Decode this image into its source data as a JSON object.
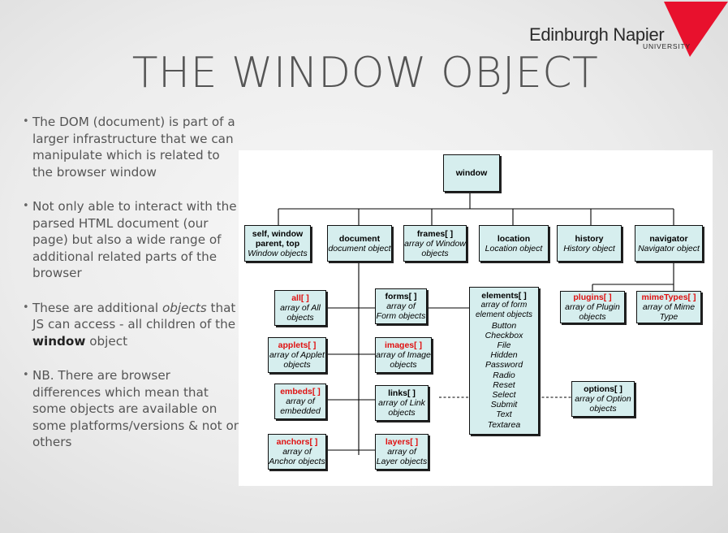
{
  "logo": {
    "name": "Edinburgh Napier",
    "sub": "UNIVERSITY",
    "accent": "#e8112d"
  },
  "title": "THE WINDOW OBJECT",
  "bullets": [
    {
      "text": "The DOM (document) is part of a larger infrastructure that we can manipulate which is related to the browser window"
    },
    {
      "text": "Not only able to interact with the parsed HTML document (our page) but also a wide range of additional related parts of the browser"
    },
    {
      "pre": "These are additional ",
      "em": "objects",
      "mid": " that JS can access - all children of the ",
      "strong": "window",
      "post": " object"
    },
    {
      "text": "NB. There are browser differences which mean that some objects are available on some platforms/versions & not on others"
    }
  ],
  "diagram": {
    "window": {
      "title": "window"
    },
    "self": {
      "title": "self, window parent, top",
      "sub": "Window objects"
    },
    "document": {
      "title": "document",
      "sub": "document object"
    },
    "frames": {
      "title": "frames[ ]",
      "sub": "array of Window objects"
    },
    "location": {
      "title": "location",
      "sub": "Location object"
    },
    "history": {
      "title": "history",
      "sub": "History object"
    },
    "navigator": {
      "title": "navigator",
      "sub": "Navigator object"
    },
    "all": {
      "title": "all[ ]",
      "sub": "array of All objects"
    },
    "applets": {
      "title": "applets[ ]",
      "sub": "array of Applet objects"
    },
    "embeds": {
      "title": "embeds[ ]",
      "sub": "array of embedded"
    },
    "anchors": {
      "title": "anchors[ ]",
      "sub": "array of Anchor objects"
    },
    "forms": {
      "title": "forms[ ]",
      "sub": "array of Form objects"
    },
    "images": {
      "title": "images[ ]",
      "sub": "array of Image objects"
    },
    "links": {
      "title": "links[ ]",
      "sub": "array of Link objects"
    },
    "layers": {
      "title": "layers[ ]",
      "sub": "array of Layer objects"
    },
    "elements": {
      "title": "elements[ ]",
      "sub": "array of form element objects",
      "items": [
        "Button",
        "Checkbox",
        "File",
        "Hidden",
        "Password",
        "Radio",
        "Reset",
        "Select",
        "Submit",
        "Text",
        "Textarea"
      ]
    },
    "options": {
      "title": "options[ ]",
      "sub": "array of Option objects"
    },
    "plugins": {
      "title": "plugins[ ]",
      "sub": "array of Plugin objects"
    },
    "mimetypes": {
      "title": "mimeTypes[ ]",
      "sub": "array of Mime Type"
    }
  }
}
